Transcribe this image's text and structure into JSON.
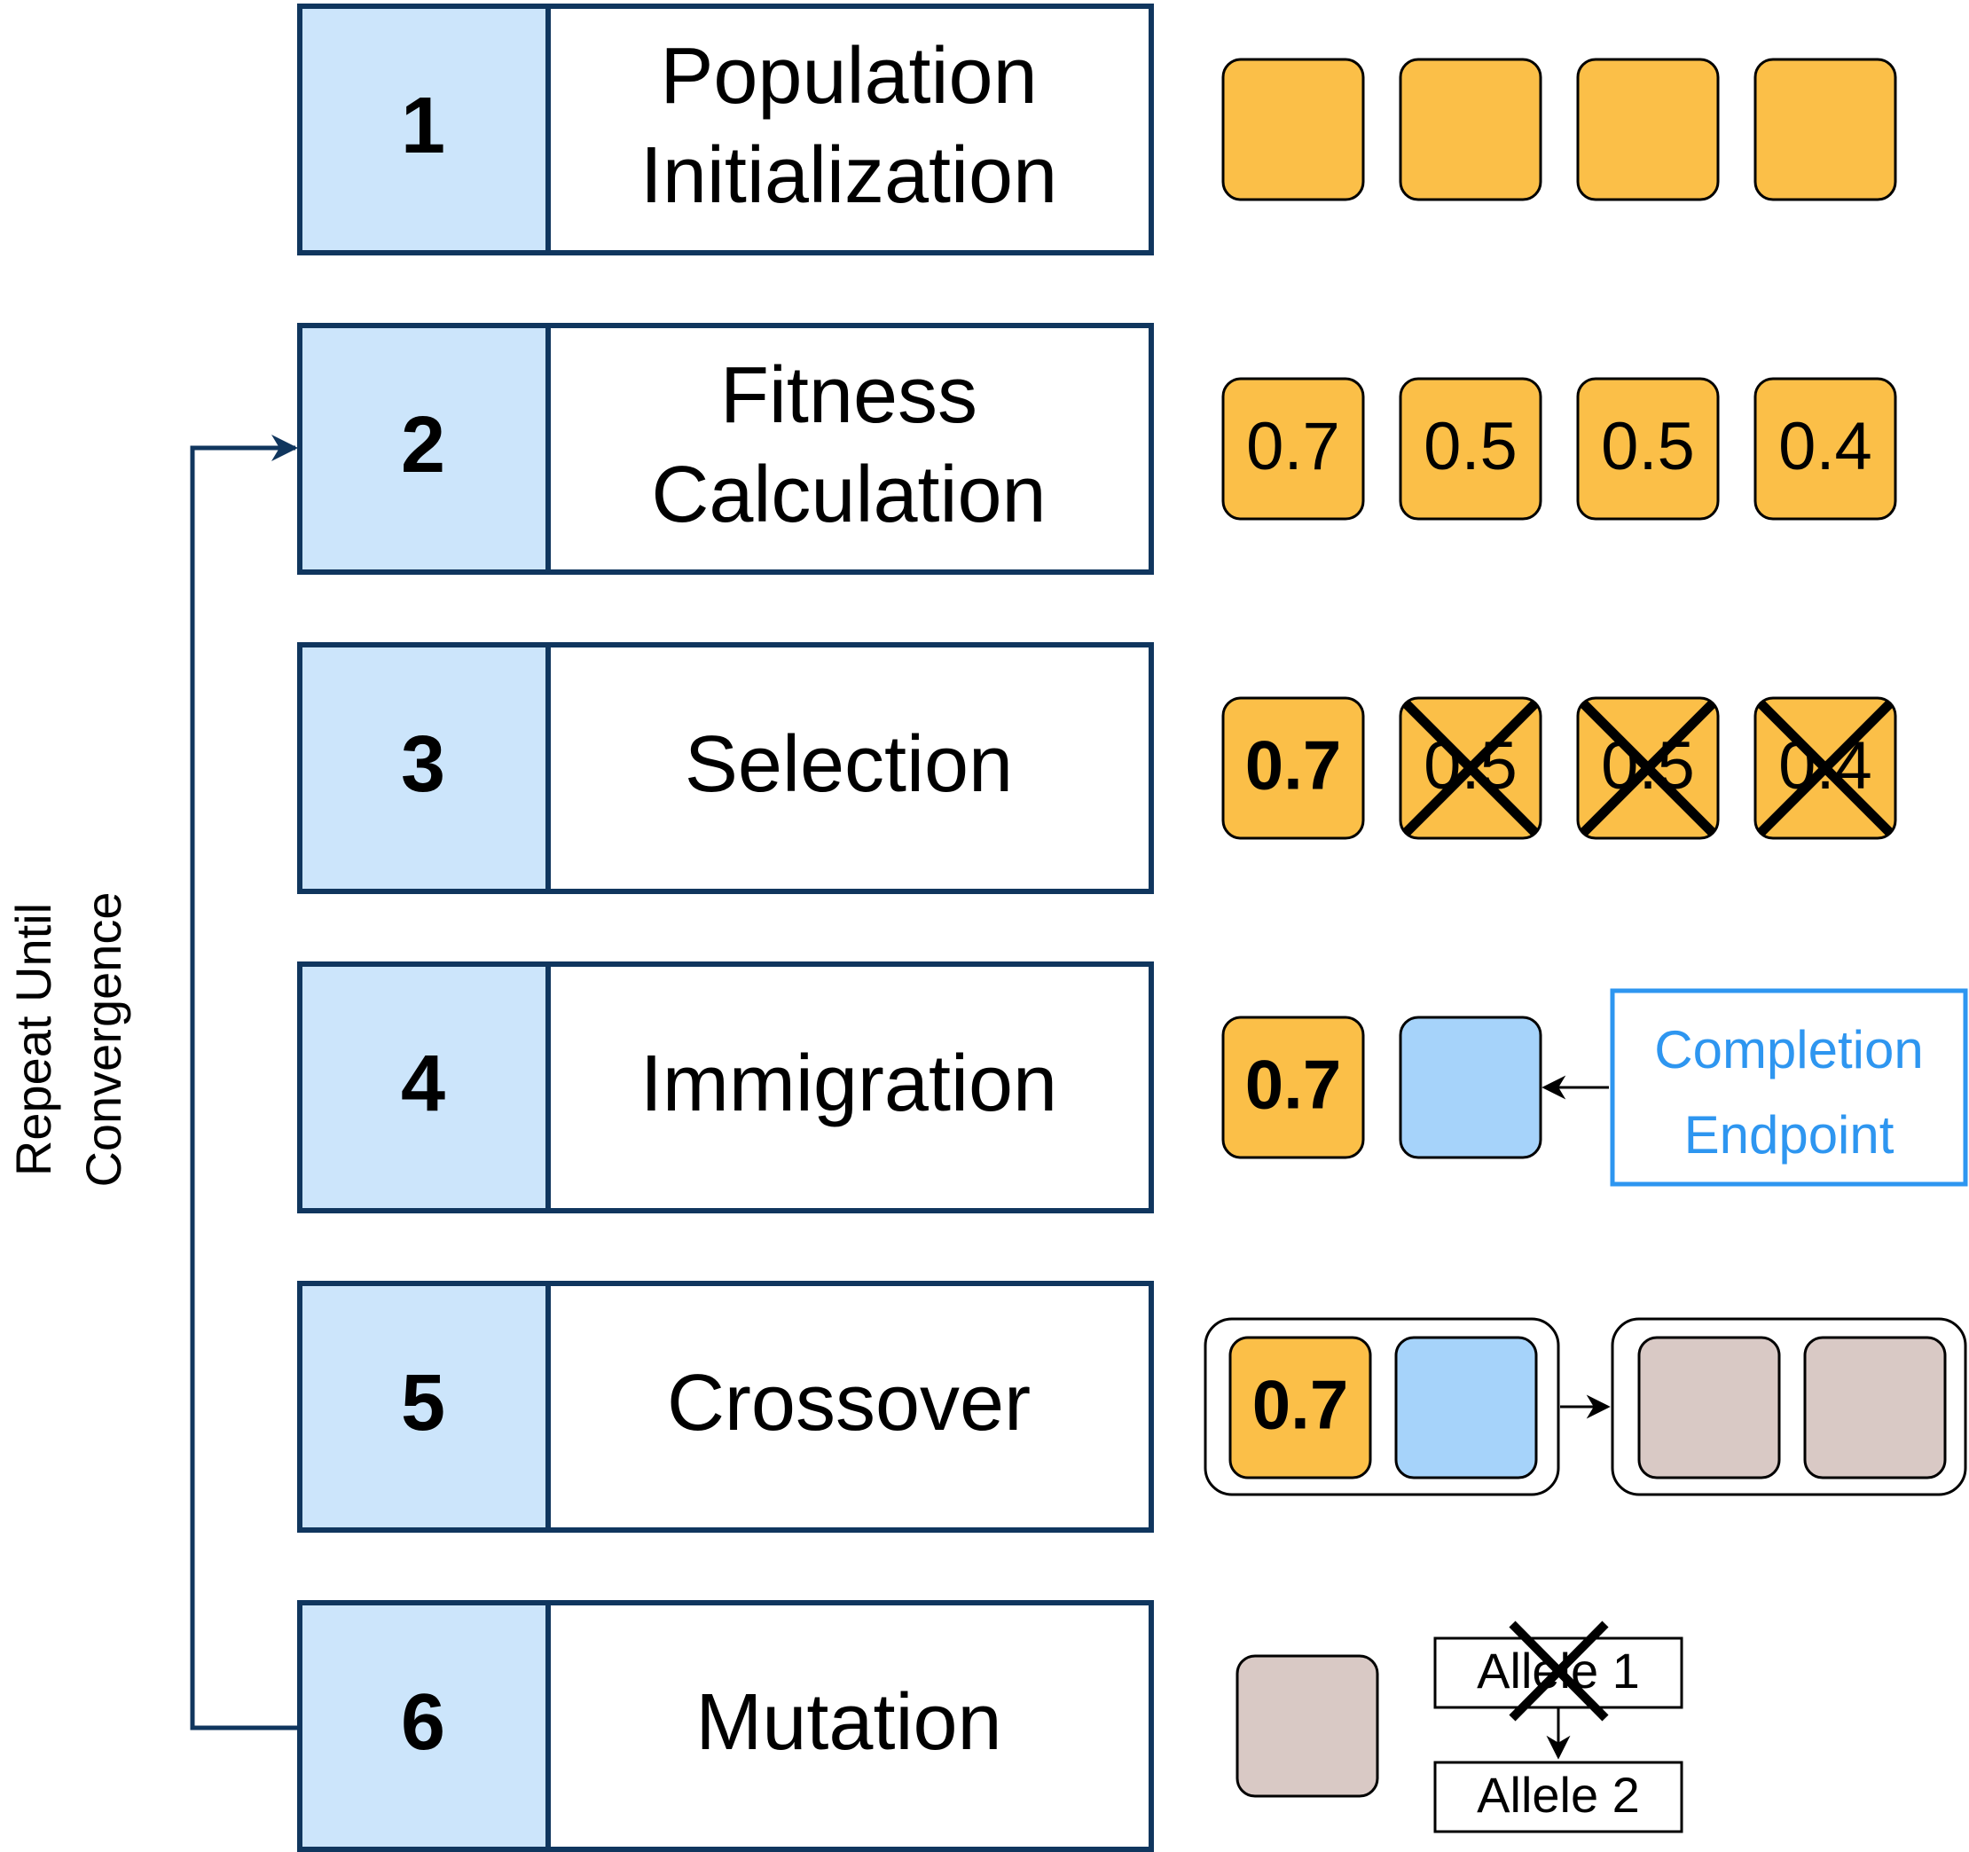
{
  "colors": {
    "navy": "#10365e",
    "step_fill": "#cce5fb",
    "orange": "#fbbf48",
    "light_blue": "#a6d3fa",
    "taupe": "#d9c9c5",
    "endpoint_blue": "#2e96f0",
    "black": "#000000"
  },
  "loop_label": {
    "line1": "Repeat Until",
    "line2": "Convergence"
  },
  "steps": [
    {
      "number": "1",
      "line1": "Population",
      "line2": "Initialization"
    },
    {
      "number": "2",
      "line1": "Fitness",
      "line2": "Calculation"
    },
    {
      "number": "3",
      "line1": "Selection",
      "line2": ""
    },
    {
      "number": "4",
      "line1": "Immigration",
      "line2": ""
    },
    {
      "number": "5",
      "line1": "Crossover",
      "line2": ""
    },
    {
      "number": "6",
      "line1": "Mutation",
      "line2": ""
    }
  ],
  "fitness_scores": [
    "0.7",
    "0.5",
    "0.5",
    "0.4"
  ],
  "selection_scores": [
    "0.7",
    "0.5",
    "0.5",
    "0.4"
  ],
  "selected_score": "0.7",
  "completion_endpoint": {
    "line1": "Completion",
    "line2": "Endpoint"
  },
  "alleles": {
    "original": "Allele 1",
    "mutated": "Allele 2"
  }
}
